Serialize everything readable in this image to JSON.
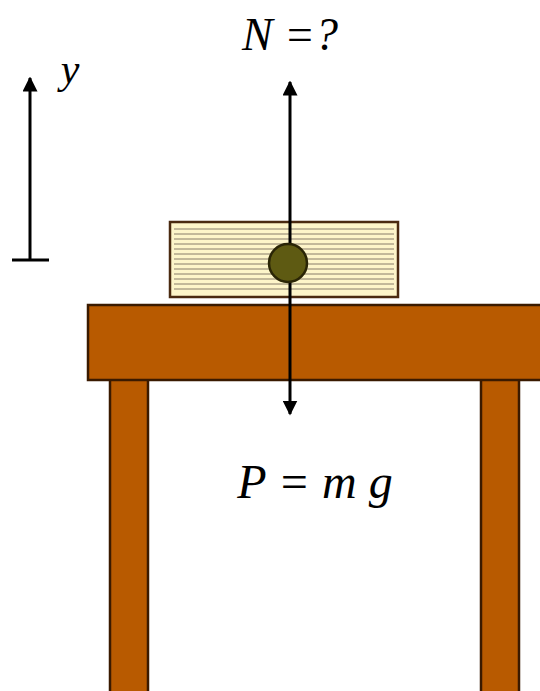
{
  "diagram": {
    "labels": [
      "N =?",
      "y",
      "P = m g"
    ]
  }
}
